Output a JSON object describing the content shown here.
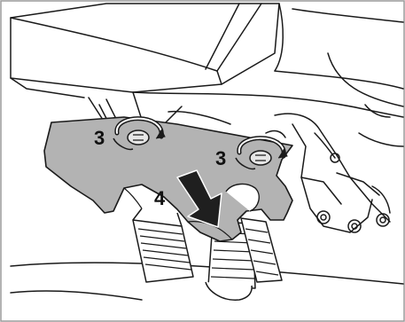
{
  "callouts": {
    "nut_left": "3",
    "nut_right": "3",
    "remove_cover": "4"
  },
  "colors": {
    "line": "#1a1a1a",
    "cover_fill": "#b3b3b3",
    "cover_shade": "#8e8e8e",
    "arrow_fill": "#1f1f1f",
    "frame_border": "#9a9a9a"
  },
  "icons": [
    "rotate-arrow-icon",
    "rotate-arrow-icon",
    "direction-arrow-icon"
  ]
}
